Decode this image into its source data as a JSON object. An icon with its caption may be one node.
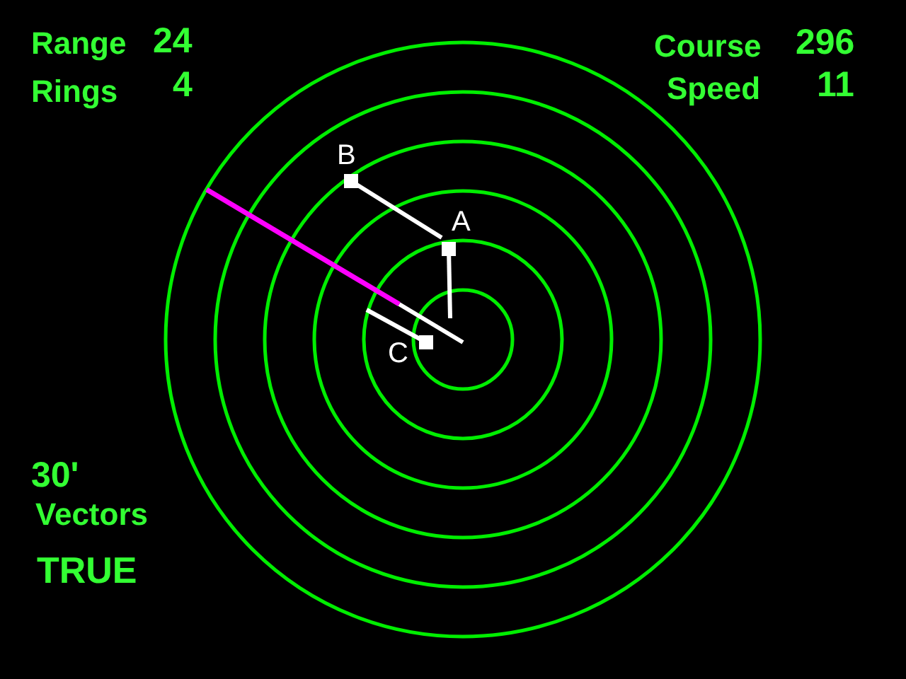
{
  "diagram": {
    "labels": [
      "Range",
      "24",
      "Course",
      "296",
      "Rings",
      "4",
      "Speed",
      "11",
      "B",
      "A",
      "C",
      "30'",
      "Vectors",
      "TRUE"
    ]
  }
}
